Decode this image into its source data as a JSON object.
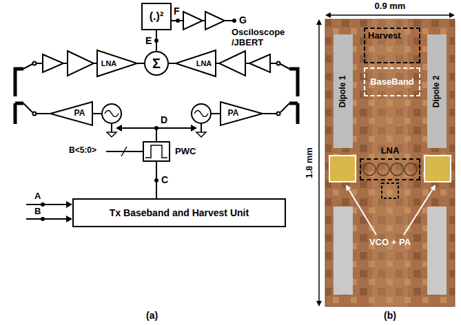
{
  "diagram": {
    "nodes": [
      {
        "text": [
          "(.)²"
        ]
      },
      {
        "text": [
          "Σ"
        ]
      },
      {
        "text": [
          "LNA"
        ]
      },
      {
        "text": [
          "LNA"
        ]
      },
      {
        "text": [
          "PA"
        ]
      },
      {
        "text": [
          "PA"
        ]
      },
      {
        "text": [
          "PWC"
        ]
      },
      {
        "text": [
          "Tx Baseband and Harvest Unit"
        ]
      },
      {
        "text": [
          "Harvest"
        ]
      },
      {
        "text": [
          "BaseBand"
        ]
      },
      {
        "text": [
          "Dipole 1"
        ]
      },
      {
        "text": [
          "Dipole 2"
        ]
      },
      {
        "text": [
          "LNA"
        ]
      }
    ],
    "edges": [
      {
        "from": 2,
        "to": 1,
        "arrow": "none"
      },
      {
        "from": 3,
        "to": 1,
        "arrow": "none"
      },
      {
        "from": 1,
        "to": 0,
        "arrow": "none"
      },
      {
        "from": 7,
        "to": 6,
        "arrow": "none"
      }
    ],
    "labels": [
      "F",
      "G",
      "Osciloscope /JBERT",
      "E",
      "D",
      "B<5:0>",
      "C",
      "A",
      "B",
      "(a)",
      "0.9 mm",
      "1.8 mm",
      "VCO + PA",
      "(b)"
    ]
  }
}
